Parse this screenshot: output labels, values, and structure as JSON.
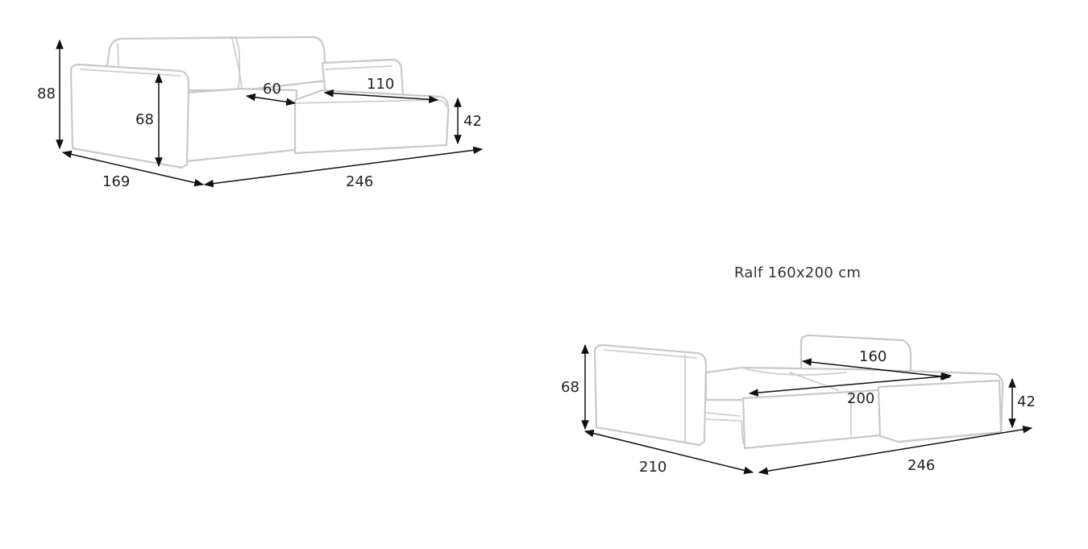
{
  "caption": "Ralf 160x200 cm",
  "sofa": {
    "dims": {
      "total_height": "88",
      "arm_height": "68",
      "seat_depth": "60",
      "chaise_width": "110",
      "seat_height": "42",
      "depth": "169",
      "width": "246"
    }
  },
  "bed": {
    "dims": {
      "arm_height": "68",
      "sleep_width": "160",
      "sleep_length": "200",
      "seat_height": "42",
      "depth": "210",
      "width": "246"
    }
  }
}
